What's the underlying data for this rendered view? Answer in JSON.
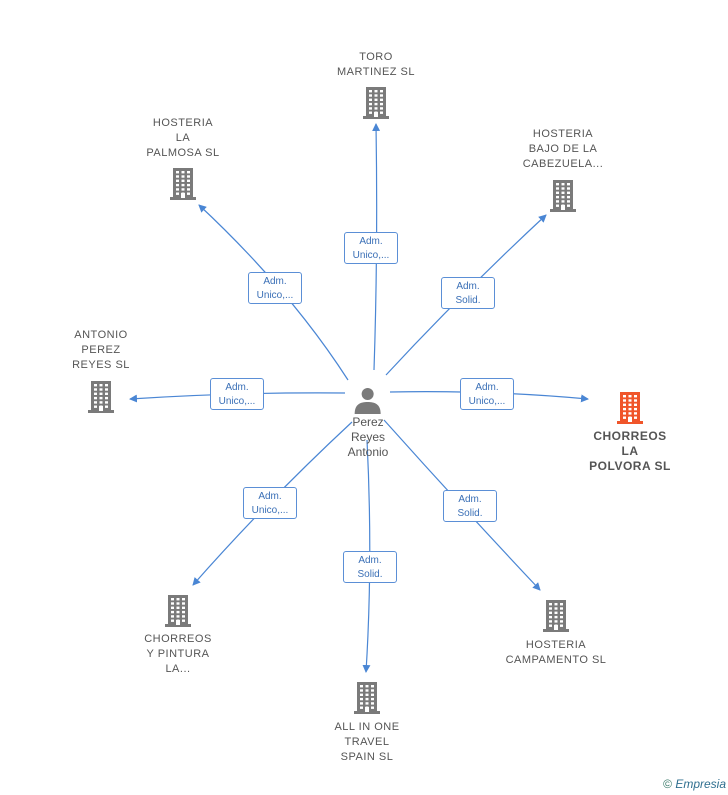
{
  "center": {
    "name": "Perez\nReyes\nAntonio"
  },
  "companies": [
    {
      "id": "toro",
      "name": "TORO\nMARTINEZ SL",
      "role": "Adm.\nUnico,...",
      "highlight": false
    },
    {
      "id": "palmosa",
      "name": "HOSTERIA\nLA\nPALMOSA  SL",
      "role": "Adm.\nUnico,...",
      "highlight": false
    },
    {
      "id": "cabezuela",
      "name": "HOSTERIA\nBAJO DE LA\nCABEZUELA...",
      "role": "Adm.\nSolid.",
      "highlight": false
    },
    {
      "id": "antonio",
      "name": "ANTONIO\nPEREZ\nREYES  SL",
      "role": "Adm.\nUnico,...",
      "highlight": false
    },
    {
      "id": "polvora",
      "name": "CHORREOS\nLA\nPOLVORA  SL",
      "role": "Adm.\nUnico,...",
      "highlight": true
    },
    {
      "id": "pintura",
      "name": "CHORREOS\nY PINTURA\nLA...",
      "role": "Adm.\nUnico,...",
      "highlight": false
    },
    {
      "id": "campamento",
      "name": "HOSTERIA\nCAMPAMENTO SL",
      "role": "Adm.\nSolid.",
      "highlight": false
    },
    {
      "id": "allinone",
      "name": "ALL IN ONE\nTRAVEL\nSPAIN SL",
      "role": "Adm.\nSolid.",
      "highlight": false
    }
  ],
  "colors": {
    "edge": "#4a86d4",
    "building": "#7a7a7a",
    "highlight": "#f0552a",
    "person": "#7a7a7a"
  },
  "footer": {
    "copyright": "©",
    "brand": "Empresia"
  }
}
